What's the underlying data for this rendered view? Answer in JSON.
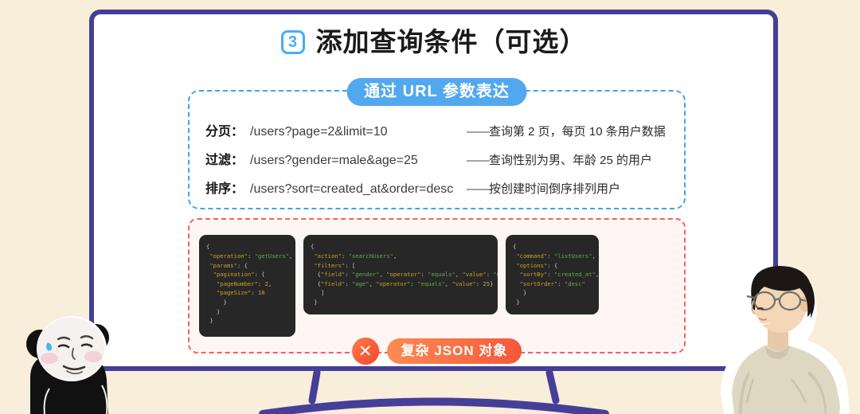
{
  "slide": {
    "step_number": "3",
    "title": "添加查询条件（可选）",
    "background_color": "#f8eeda",
    "frame_color": "#453f98"
  },
  "url_section": {
    "pill_label": "通过 URL 参数表达",
    "accent_color": "#3fa3f0",
    "rows": [
      {
        "label": "分页：",
        "path": "/users?page=2&limit=10",
        "dash": "——",
        "desc": "查询第 2 页，每页 10 条用户数据"
      },
      {
        "label": "过滤：",
        "path": "/users?gender=male&age=25",
        "dash": "——",
        "desc": "查询性别为男、年龄 25 的用户"
      },
      {
        "label": "排序：",
        "path": "/users?sort=created_at&order=desc",
        "dash": "——",
        "desc": "按创建时间倒序排列用户"
      }
    ]
  },
  "json_section": {
    "accent_color": "#f4605e",
    "badge_icon": "x-mark",
    "badge_label": "复杂 JSON 对象",
    "blocks": [
      {
        "name": "get-users-json",
        "lines": [
          [
            [
              "p",
              "{"
            ]
          ],
          [
            [
              "p",
              " "
            ],
            [
              "k",
              "\"operation\""
            ],
            [
              "p",
              ": "
            ],
            [
              "s",
              "\"getUsers\""
            ],
            [
              "p",
              ","
            ]
          ],
          [
            [
              "p",
              " "
            ],
            [
              "k",
              "\"params\""
            ],
            [
              "p",
              ": {"
            ]
          ],
          [
            [
              "p",
              "  "
            ],
            [
              "k",
              "\"pagination\""
            ],
            [
              "p",
              ": {"
            ]
          ],
          [
            [
              "p",
              "   "
            ],
            [
              "k",
              "\"pageNumber\""
            ],
            [
              "p",
              ": "
            ],
            [
              "n",
              "2"
            ],
            [
              "p",
              ","
            ]
          ],
          [
            [
              "p",
              "   "
            ],
            [
              "k",
              "\"pageSize\""
            ],
            [
              "p",
              ": "
            ],
            [
              "n",
              "10"
            ]
          ],
          [
            [
              "p",
              "     }"
            ]
          ],
          [
            [
              "p",
              "   }"
            ]
          ],
          [
            [
              "p",
              " }"
            ]
          ]
        ]
      },
      {
        "name": "search-users-json",
        "lines": [
          [
            [
              "p",
              "{"
            ]
          ],
          [
            [
              "p",
              " "
            ],
            [
              "k",
              "\"action\""
            ],
            [
              "p",
              ": "
            ],
            [
              "s",
              "\"searchUsers\""
            ],
            [
              "p",
              ","
            ]
          ],
          [
            [
              "p",
              " "
            ],
            [
              "k",
              "\"filters\""
            ],
            [
              "p",
              ": ["
            ]
          ],
          [
            [
              "p",
              "  {"
            ],
            [
              "k",
              "\"field\""
            ],
            [
              "p",
              ": "
            ],
            [
              "s",
              "\"gender\""
            ],
            [
              "p",
              ", "
            ],
            [
              "k",
              "\"operator\""
            ],
            [
              "p",
              ": "
            ],
            [
              "s",
              "\"equals\""
            ],
            [
              "p",
              ", "
            ],
            [
              "k",
              "\"value\""
            ],
            [
              "p",
              ": "
            ],
            [
              "s",
              "\"male\""
            ],
            [
              "p",
              "},"
            ]
          ],
          [
            [
              "p",
              "  {"
            ],
            [
              "k",
              "\"field\""
            ],
            [
              "p",
              ": "
            ],
            [
              "s",
              "\"age\""
            ],
            [
              "p",
              ", "
            ],
            [
              "k",
              "\"operator\""
            ],
            [
              "p",
              ": "
            ],
            [
              "s",
              "\"equals\""
            ],
            [
              "p",
              ", "
            ],
            [
              "k",
              "\"value\""
            ],
            [
              "p",
              ": "
            ],
            [
              "n",
              "25"
            ],
            [
              "p",
              "}"
            ]
          ],
          [
            [
              "p",
              "   ]"
            ]
          ],
          [
            [
              "p",
              " }"
            ]
          ]
        ]
      },
      {
        "name": "list-users-json",
        "lines": [
          [
            [
              "p",
              "{"
            ]
          ],
          [
            [
              "p",
              " "
            ],
            [
              "k",
              "\"command\""
            ],
            [
              "p",
              ": "
            ],
            [
              "s",
              "\"listUsers\""
            ],
            [
              "p",
              ","
            ]
          ],
          [
            [
              "p",
              " "
            ],
            [
              "k",
              "\"options\""
            ],
            [
              "p",
              ": {"
            ]
          ],
          [
            [
              "p",
              "  "
            ],
            [
              "k",
              "\"sortBy\""
            ],
            [
              "p",
              ": "
            ],
            [
              "s",
              "\"created_at\""
            ],
            [
              "p",
              ","
            ]
          ],
          [
            [
              "p",
              "  "
            ],
            [
              "k",
              "\"sortOrder\""
            ],
            [
              "p",
              ": "
            ],
            [
              "s",
              "\"desc\""
            ]
          ],
          [
            [
              "p",
              "   }"
            ]
          ],
          [
            [
              "p",
              " }"
            ]
          ]
        ]
      }
    ]
  }
}
